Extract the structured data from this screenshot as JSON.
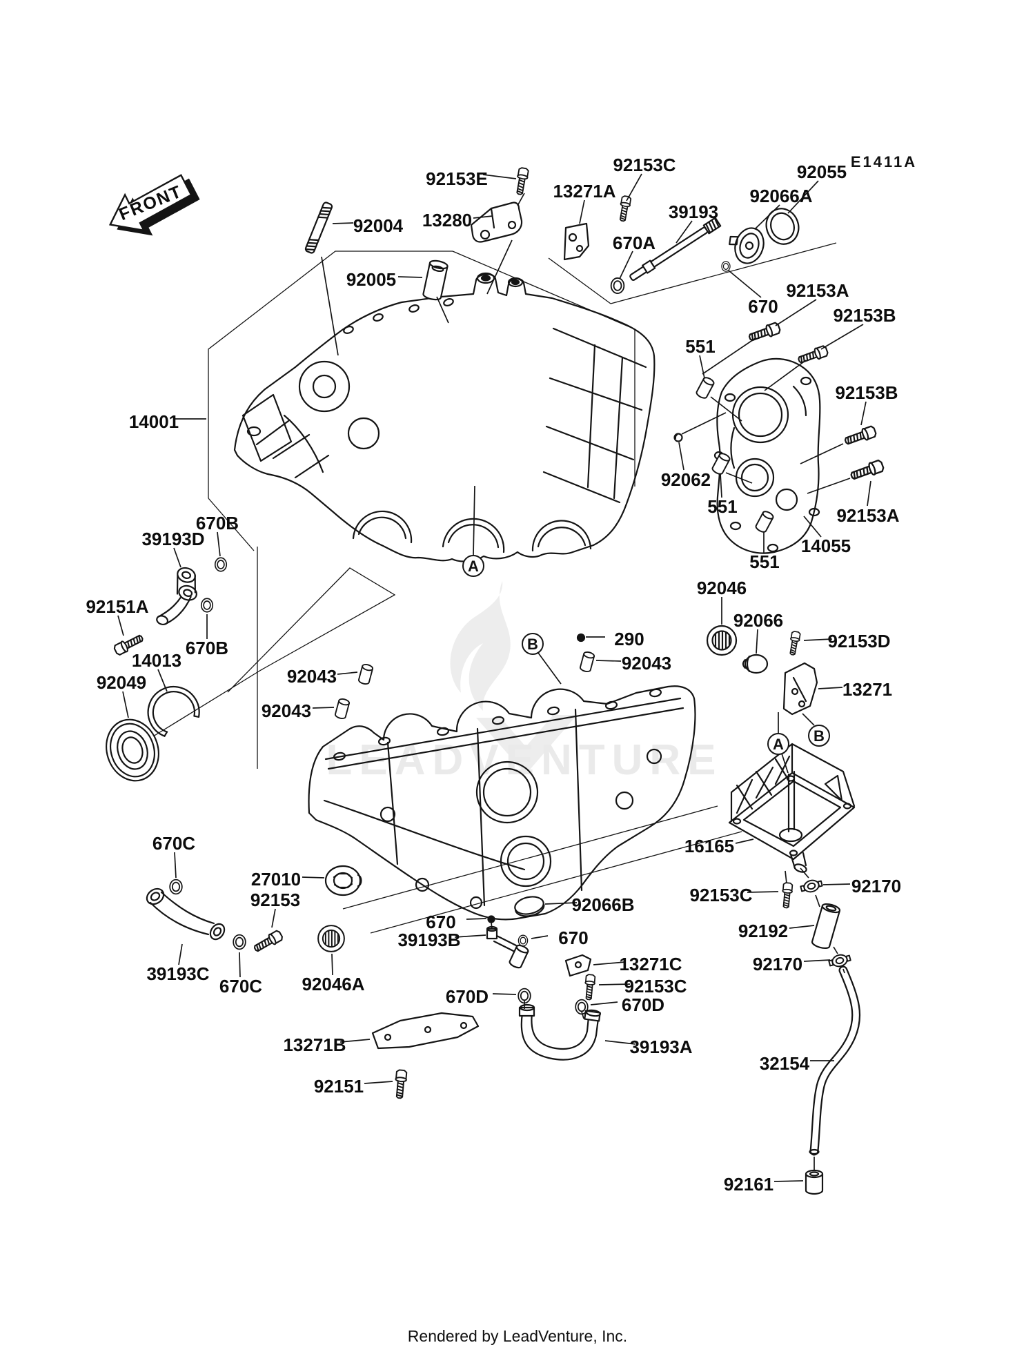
{
  "diagram": {
    "code": "E1411A"
  },
  "front_marker": {
    "text": "FRONT"
  },
  "callouts": {
    "a": "A",
    "b": "B"
  },
  "watermark": {
    "text": "LEADVENTURE"
  },
  "footer": {
    "credit": "Rendered by LeadVenture, Inc."
  },
  "labels": [
    {
      "text": "92153E"
    },
    {
      "text": "13280"
    },
    {
      "text": "92004"
    },
    {
      "text": "92005"
    },
    {
      "text": "13271A"
    },
    {
      "text": "92153C"
    },
    {
      "text": "39193"
    },
    {
      "text": "670A"
    },
    {
      "text": "92066A"
    },
    {
      "text": "92055"
    },
    {
      "text": "670"
    },
    {
      "text": "92153A"
    },
    {
      "text": "92153B"
    },
    {
      "text": "551"
    },
    {
      "text": "92153B"
    },
    {
      "text": "14001"
    },
    {
      "text": "92062"
    },
    {
      "text": "551"
    },
    {
      "text": "92153A"
    },
    {
      "text": "14055"
    },
    {
      "text": "551"
    },
    {
      "text": "670B"
    },
    {
      "text": "39193D"
    },
    {
      "text": "92151A"
    },
    {
      "text": "670B"
    },
    {
      "text": "14013"
    },
    {
      "text": "92049"
    },
    {
      "text": "92046"
    },
    {
      "text": "92066"
    },
    {
      "text": "92153D"
    },
    {
      "text": "290"
    },
    {
      "text": "92043"
    },
    {
      "text": "92043"
    },
    {
      "text": "92043"
    },
    {
      "text": "13271"
    },
    {
      "text": "16165"
    },
    {
      "text": "92153C"
    },
    {
      "text": "92170"
    },
    {
      "text": "92192"
    },
    {
      "text": "92170"
    },
    {
      "text": "670C"
    },
    {
      "text": "27010"
    },
    {
      "text": "92153"
    },
    {
      "text": "39193C"
    },
    {
      "text": "670C"
    },
    {
      "text": "92046A"
    },
    {
      "text": "92066B"
    },
    {
      "text": "670"
    },
    {
      "text": "39193B"
    },
    {
      "text": "670"
    },
    {
      "text": "13271C"
    },
    {
      "text": "92153C"
    },
    {
      "text": "670D"
    },
    {
      "text": "670D"
    },
    {
      "text": "39193A"
    },
    {
      "text": "13271B"
    },
    {
      "text": "92151"
    },
    {
      "text": "32154"
    },
    {
      "text": "92161"
    }
  ]
}
